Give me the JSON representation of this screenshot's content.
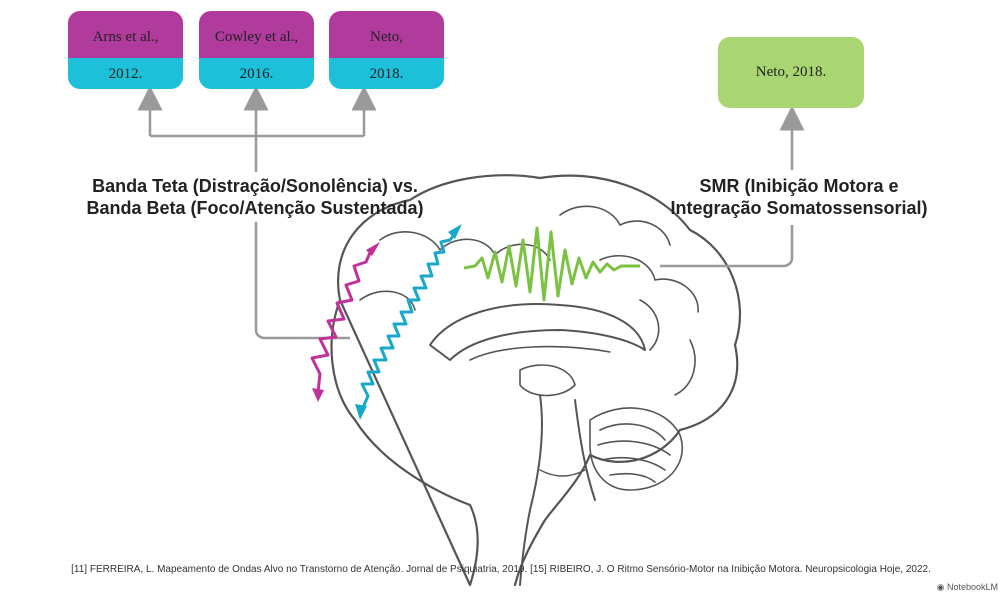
{
  "citations": {
    "arns": {
      "top": "Arns et al.,",
      "bottom": "2012."
    },
    "cowley": {
      "top": "Cowley et al.,",
      "bottom": "2016."
    },
    "neto_pair": {
      "top": "Neto,",
      "bottom": "2018."
    },
    "neto_single": "Neto, 2018."
  },
  "headings": {
    "theta_beta_line1": "Banda Teta (Distração/Sonolência) vs.",
    "theta_beta_line2": "Banda Beta (Foco/Atenção Sustentada)",
    "smr_line1": "SMR (Inibição Motora e",
    "smr_line2": "Integração Somatossensorial)"
  },
  "footnote": "[11] FERREIRA, L. Mapeamento de Ondas Alvo no Transtorno de Atenção. Jornal de Psiquiatria, 2019. [15] RIBEIRO, J. O Ritmo Sensório-Motor na Inibição Motora. Neuropsicologia Hoje, 2022.",
  "watermark": "NotebookLM",
  "colors": {
    "magenta": "#b13a9d",
    "cyan": "#1cc0d9",
    "green": "#a9d672",
    "theta_wave": "#c2309a",
    "beta_wave": "#18a8c9",
    "smr_wave": "#7bc242",
    "connector": "#9a9a9a"
  },
  "icons": {
    "brain": "brain-illustration",
    "watermark_logo": "notebooklm-logo-icon"
  }
}
